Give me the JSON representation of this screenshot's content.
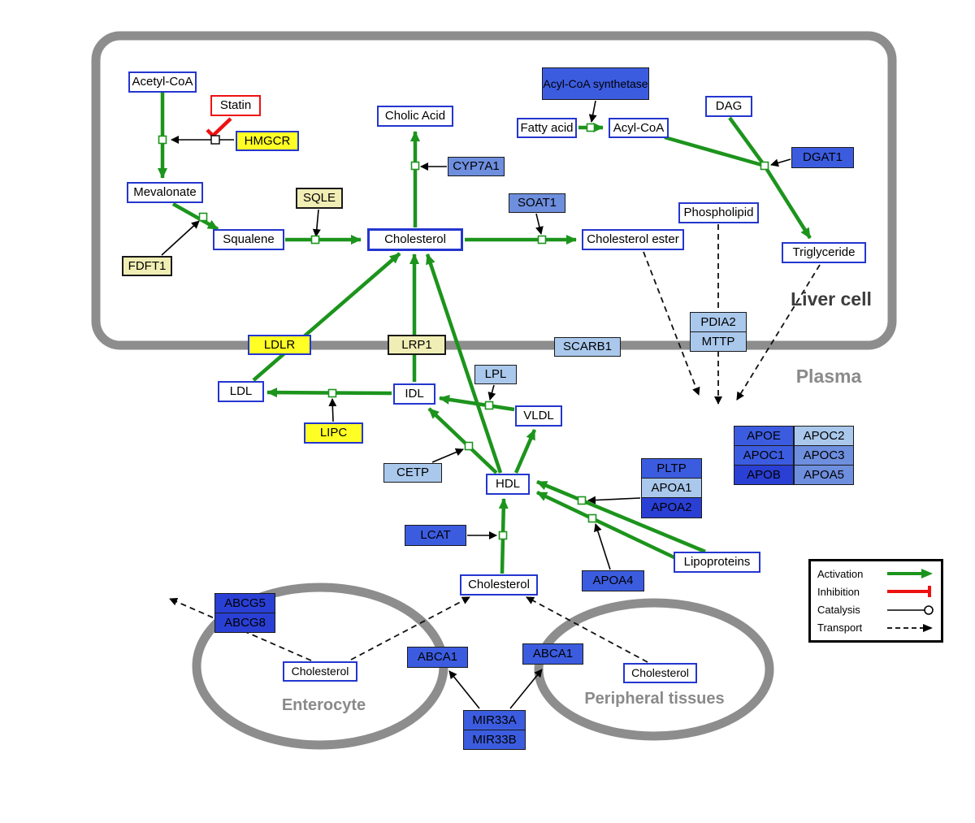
{
  "compartments": {
    "liver_cell": "Liver cell",
    "plasma": "Plasma",
    "enterocyte": "Enterocyte",
    "peripheral_tissues": "Peripheral tissues"
  },
  "nodes": {
    "acetyl_coa": "Acetyl-CoA",
    "statin": "Statin",
    "hmgcr": "HMGCR",
    "mevalonate": "Mevalonate",
    "sqle": "SQLE",
    "squalene": "Squalene",
    "fdft1": "FDFT1",
    "cholic_acid": "Cholic Acid",
    "cyp7a1": "CYP7A1",
    "cholesterol_liver": "Cholesterol",
    "soat1": "SOAT1",
    "cholesterol_ester": "Cholesterol ester",
    "acyl_coa_synthetase": "Acyl-CoA synthetase",
    "fatty_acid": "Fatty acid",
    "acyl_coa": "Acyl-CoA",
    "dag": "DAG",
    "dgat1": "DGAT1",
    "phospholipid": "Phospholipid",
    "triglyceride": "Triglyceride",
    "ldlr": "LDLR",
    "lrp1": "LRP1",
    "scarb1": "SCARB1",
    "pdia2": "PDIA2",
    "mttp": "MTTP",
    "ldl": "LDL",
    "idl": "IDL",
    "lpl": "LPL",
    "vldl": "VLDL",
    "lipc": "LIPC",
    "cetp": "CETP",
    "hdl": "HDL",
    "pltp": "PLTP",
    "apoa1": "APOA1",
    "apoa2": "APOA2",
    "lcat": "LCAT",
    "apoa4": "APOA4",
    "lipoproteins": "Lipoproteins",
    "apoe": "APOE",
    "apoc2": "APOC2",
    "apoc1": "APOC1",
    "apoc3": "APOC3",
    "apob": "APOB",
    "apoa5": "APOA5",
    "cholesterol_plasma": "Cholesterol",
    "abcg5": "ABCG5",
    "abcg8": "ABCG8",
    "cholesterol_enterocyte": "Cholesterol",
    "abca1_left": "ABCA1",
    "abca1_right": "ABCA1",
    "cholesterol_peripheral": "Cholesterol",
    "mir33a": "MIR33A",
    "mir33b": "MIR33B"
  },
  "legend": {
    "activation": "Activation",
    "inhibition": "Inhibition",
    "catalysis": "Catalysis",
    "transport": "Transport"
  },
  "colors": {
    "activation_green": "#1c941c",
    "inhibition_red": "#ee1111",
    "membrane_gray": "#8d8d8d",
    "metabolite_border_blue": "#2436cf",
    "enzyme_yellow": "#ffff26",
    "pale_yellow": "#f0eeb4",
    "blue_dark": "#2a3fd4",
    "blue_royal": "#3c5ce0",
    "blue_mid": "#6e8ede",
    "blue_light": "#aac8ec"
  }
}
